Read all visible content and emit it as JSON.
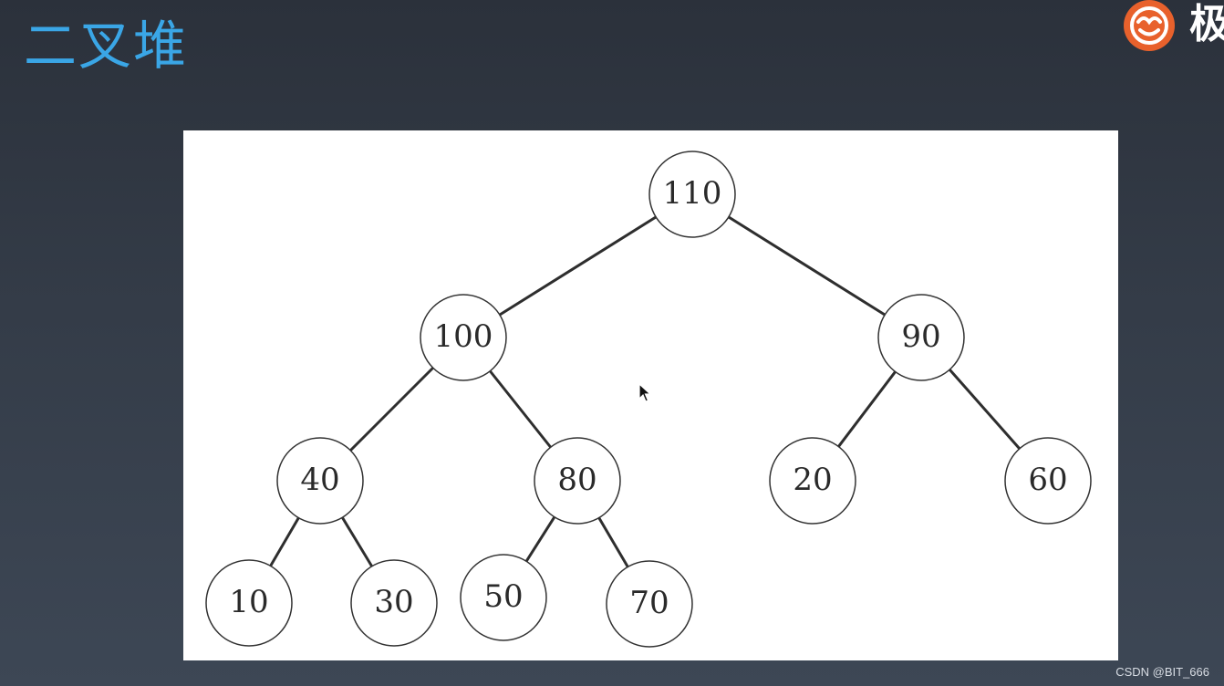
{
  "slide": {
    "title": "二叉堆"
  },
  "brand": {
    "text": "极",
    "colors": {
      "orange": "#e8612c",
      "white": "#ffffff"
    }
  },
  "heap_tree": {
    "nodes": [
      {
        "id": "n0",
        "value": "110"
      },
      {
        "id": "n1",
        "value": "100"
      },
      {
        "id": "n2",
        "value": "90"
      },
      {
        "id": "n3",
        "value": "40"
      },
      {
        "id": "n4",
        "value": "80"
      },
      {
        "id": "n5",
        "value": "20"
      },
      {
        "id": "n6",
        "value": "60"
      },
      {
        "id": "n7",
        "value": "10"
      },
      {
        "id": "n8",
        "value": "30"
      },
      {
        "id": "n9",
        "value": "50"
      },
      {
        "id": "n10",
        "value": "70"
      }
    ],
    "edges": [
      [
        "n0",
        "n1"
      ],
      [
        "n0",
        "n2"
      ],
      [
        "n1",
        "n3"
      ],
      [
        "n1",
        "n4"
      ],
      [
        "n2",
        "n5"
      ],
      [
        "n2",
        "n6"
      ],
      [
        "n3",
        "n7"
      ],
      [
        "n3",
        "n8"
      ],
      [
        "n4",
        "n9"
      ],
      [
        "n4",
        "n10"
      ]
    ]
  },
  "colors": {
    "title": "#3aa6e6",
    "background": "#343c48",
    "figure_background": "#ffffff",
    "node_stroke": "#333333",
    "edge": "#2e2e2e"
  },
  "watermark": "CSDN @BIT_666"
}
